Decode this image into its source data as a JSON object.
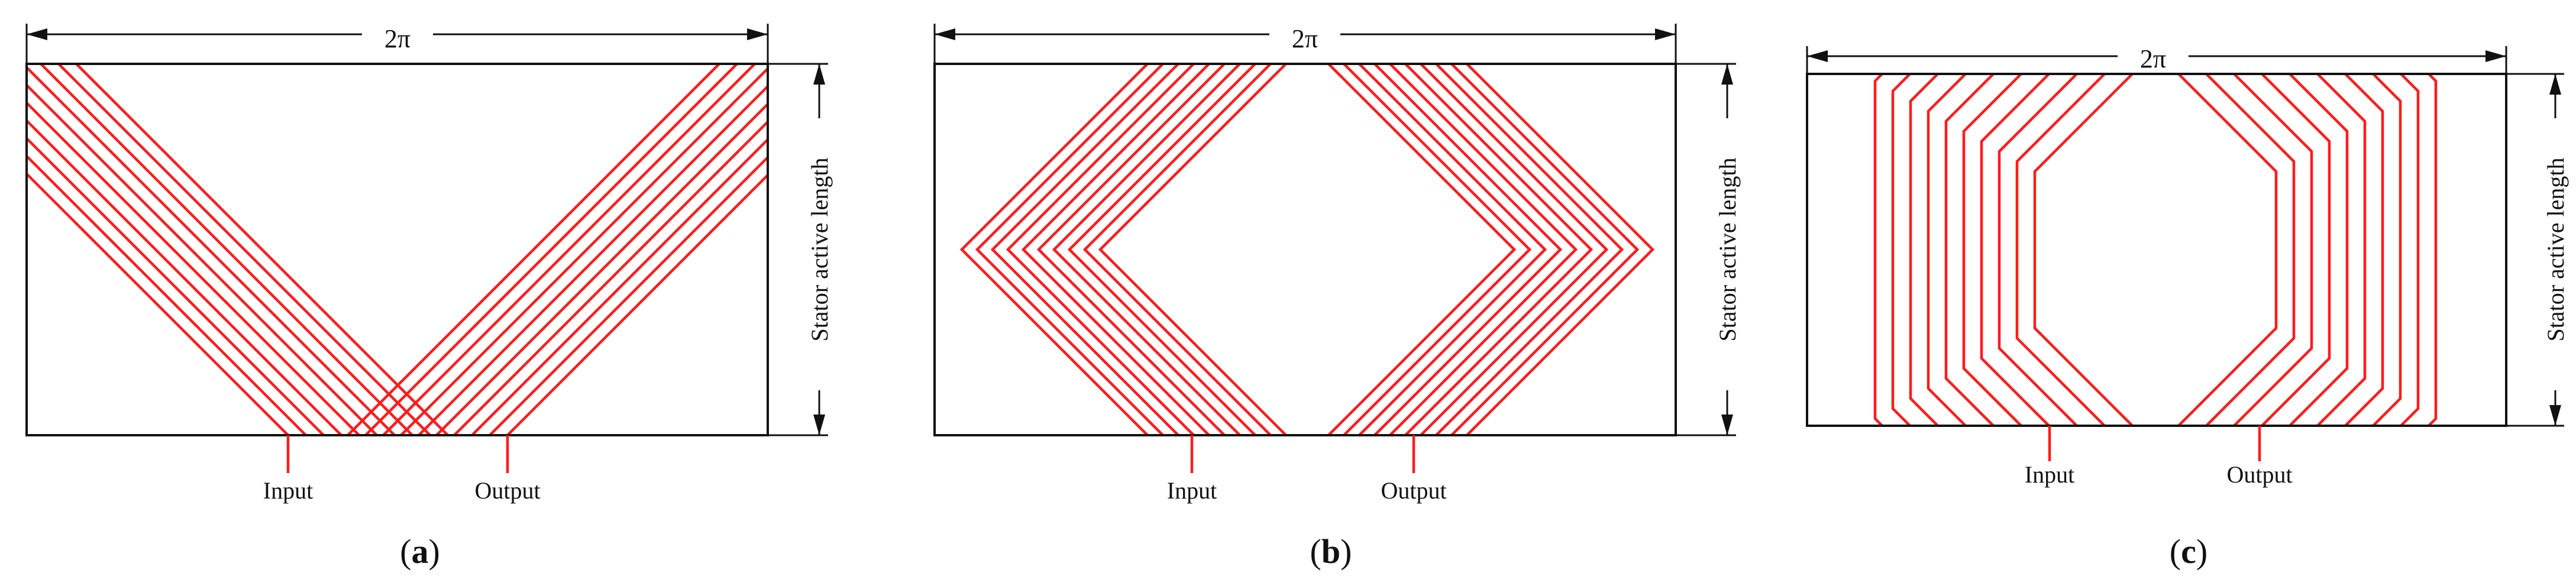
{
  "colors": {
    "coil": "#ff1a1a",
    "line": "#111111",
    "background": "#ffffff"
  },
  "panels": [
    {
      "id": "a",
      "caption_open": "(",
      "caption_letter": "a",
      "caption_close": ")",
      "dimension_label": "2π",
      "side_label": "Stator active length",
      "input_label": "Input",
      "output_label": "Output",
      "pattern": "v-shape"
    },
    {
      "id": "b",
      "caption_open": "(",
      "caption_letter": "b",
      "caption_close": ")",
      "dimension_label": "2π",
      "side_label": "Stator active length",
      "input_label": "Input",
      "output_label": "Output",
      "pattern": "diamond"
    },
    {
      "id": "c",
      "caption_open": "(",
      "caption_letter": "c",
      "caption_close": ")",
      "dimension_label": "2π",
      "side_label": "Stator active length",
      "input_label": "Input",
      "output_label": "Output",
      "pattern": "hexagon"
    }
  ]
}
